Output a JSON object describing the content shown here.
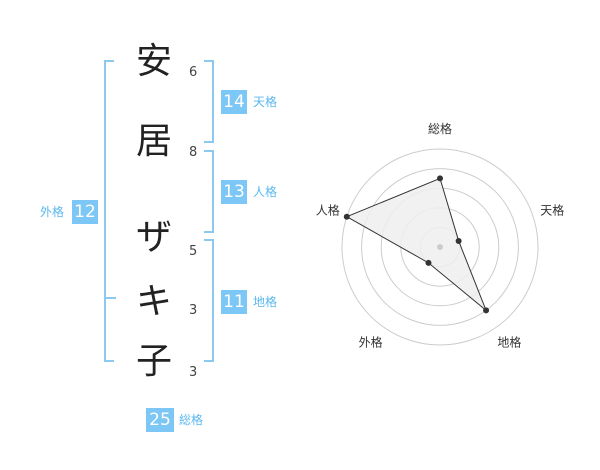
{
  "name": {
    "chars": [
      {
        "char": "安",
        "strokes": "6"
      },
      {
        "char": "居",
        "strokes": "8"
      },
      {
        "char": "ザ",
        "strokes": "5"
      },
      {
        "char": "キ",
        "strokes": "3"
      },
      {
        "char": "子",
        "strokes": "3"
      }
    ]
  },
  "kaku": {
    "tenkaku": {
      "label": "天格",
      "value": "14"
    },
    "jinkaku": {
      "label": "人格",
      "value": "13"
    },
    "chikaku": {
      "label": "地格",
      "value": "11"
    },
    "gaikaku": {
      "label": "外格",
      "value": "12"
    },
    "soukaku": {
      "label": "総格",
      "value": "25"
    }
  },
  "chart_data": {
    "type": "radar",
    "axes": [
      "総格",
      "天格",
      "地格",
      "外格",
      "人格"
    ],
    "values": [
      0.7,
      0.2,
      0.8,
      0.2,
      1.0
    ],
    "rings": 5,
    "colors": {
      "fill": "#efefef",
      "line": "#333333",
      "ring": "#cccccc",
      "center": "#cccccc"
    }
  },
  "colors": {
    "accent": "#7cc7f5",
    "bracket": "#8cc9f0"
  }
}
